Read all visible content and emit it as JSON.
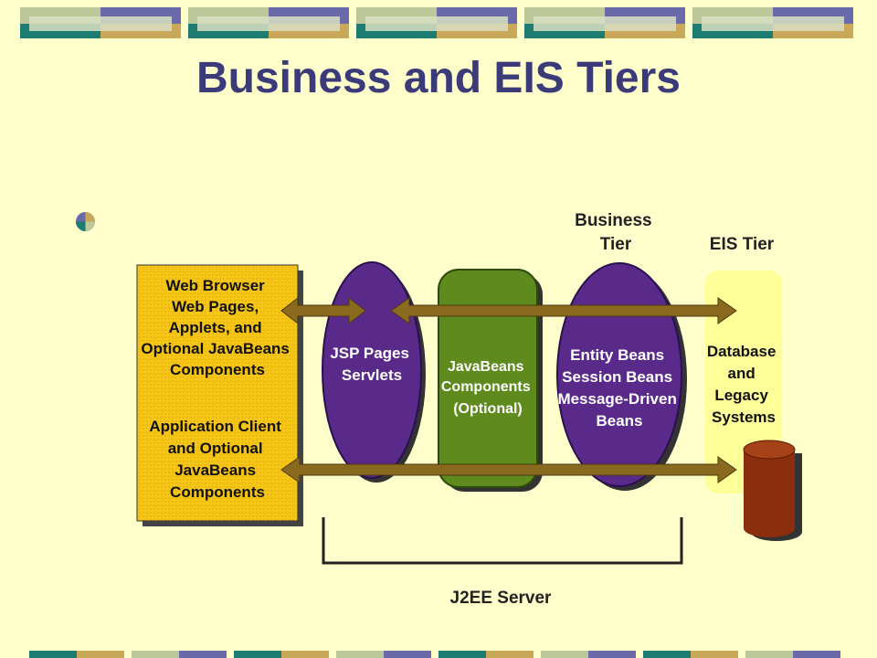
{
  "slide": {
    "title": "Business and EIS Tiers"
  },
  "diagram": {
    "client_box": {
      "web_lines": [
        "Web Browser",
        "Web Pages,",
        "Applets, and",
        "Optional JavaBeans",
        "Components"
      ],
      "app_lines": [
        "Application Client",
        "and Optional",
        "JavaBeans",
        "Components"
      ]
    },
    "jsp": {
      "lines": [
        "JSP Pages",
        "Servlets"
      ]
    },
    "javabeans": {
      "lines": [
        "JavaBeans",
        "Components",
        "(Optional)"
      ]
    },
    "ejb": {
      "lines": [
        "Entity Beans",
        "Session Beans",
        "Message-Driven",
        "Beans"
      ]
    },
    "business_tier_lines": [
      "Business",
      "Tier"
    ],
    "eis_tier_label": "EIS Tier",
    "eis_box": {
      "lines": [
        "Database",
        "and",
        "Legacy",
        "Systems"
      ]
    },
    "server_label": "J2EE Server"
  },
  "colors": {
    "background": "#ffffcc",
    "title": "#3b3b7a",
    "client_box": "#f5c518",
    "ellipse": "#5a2a8a",
    "javabeans_box": "#5f8a1e",
    "arrow": "#8a6a1e",
    "cylinder": "#8b2e0e",
    "eis_box": "#ffff99"
  }
}
